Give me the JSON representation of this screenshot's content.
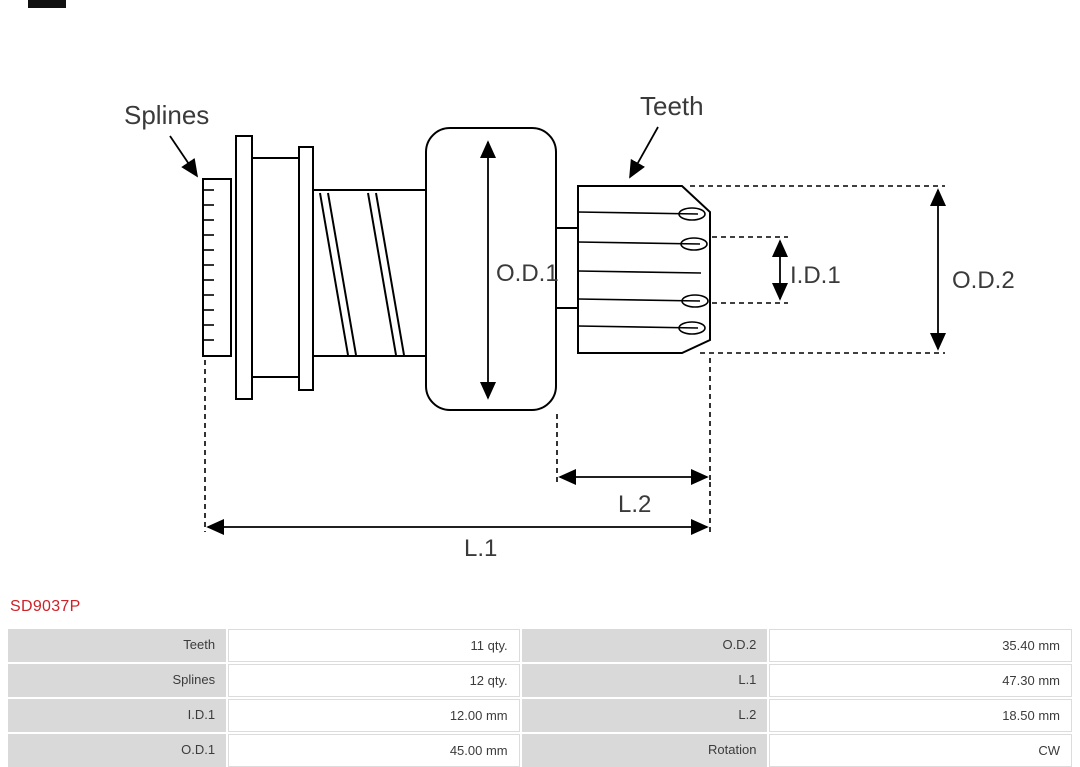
{
  "part": {
    "code": "SD9037P"
  },
  "colors": {
    "accent_red": "#cc2229",
    "cell_gray": "#d9d9d9",
    "drawing_stroke": "#000000"
  },
  "diagram": {
    "labels": {
      "splines": "Splines",
      "teeth": "Teeth",
      "od1": "O.D.1",
      "id1": "I.D.1",
      "od2": "O.D.2",
      "l2": "L.2",
      "l1": "L.1"
    }
  },
  "specs": {
    "rows": [
      {
        "c0": "Teeth",
        "c1": "11 qty.",
        "c2": "O.D.2",
        "c3": "35.40 mm"
      },
      {
        "c0": "Splines",
        "c1": "12 qty.",
        "c2": "L.1",
        "c3": "47.30 mm"
      },
      {
        "c0": "I.D.1",
        "c1": "12.00 mm",
        "c2": "L.2",
        "c3": "18.50 mm"
      },
      {
        "c0": "O.D.1",
        "c1": "45.00 mm",
        "c2": "Rotation",
        "c3": "CW"
      }
    ]
  }
}
